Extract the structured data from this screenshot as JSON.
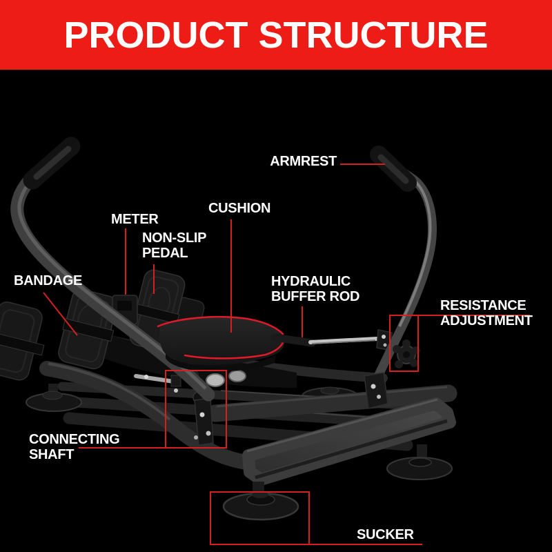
{
  "header": {
    "title": "PRODUCT STRUCTURE"
  },
  "illustration": {
    "name": "rowing-machine-illustration",
    "description_labels_only": true
  },
  "callouts": {
    "armrest": {
      "label": "ARMREST"
    },
    "cushion": {
      "label": "CUSHION"
    },
    "meter": {
      "label": "METER"
    },
    "non_slip_pedal": {
      "line1": "NON-SLIP",
      "line2": "PEDAL"
    },
    "bandage": {
      "label": "BANDAGE"
    },
    "hydraulic_buffer_rod": {
      "line1": "HYDRAULIC",
      "line2": "BUFFER ROD"
    },
    "resistance_adjustment": {
      "line1": "RESISTANCE",
      "line2": "ADJUSTMENT"
    },
    "connecting_shaft": {
      "line1": "CONNECTING",
      "line2": "SHAFT"
    },
    "sucker": {
      "label": "SUCKER"
    }
  },
  "colors": {
    "header_bg": "#ee1c17",
    "callout_red": "#d7201d",
    "piping_red": "#e01a28",
    "background": "#000000",
    "label_text": "#ffffff"
  }
}
